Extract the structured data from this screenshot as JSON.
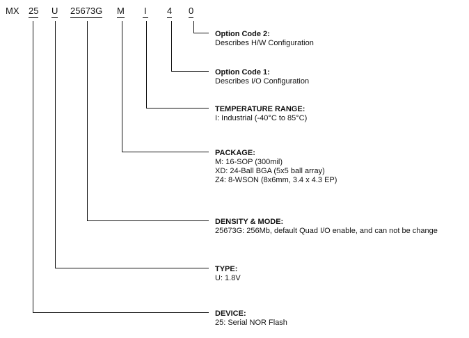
{
  "part_number": {
    "prefix": "MX",
    "segments": [
      "25",
      "U",
      "25673G",
      "M",
      "I",
      "4",
      "0"
    ]
  },
  "fields": [
    {
      "title": "Option Code 2:",
      "lines": [
        "Describes H/W Configuration"
      ]
    },
    {
      "title": "Option Code 1:",
      "lines": [
        "Describes I/O Configuration"
      ]
    },
    {
      "title": "TEMPERATURE RANGE:",
      "lines": [
        "I: Industrial (-40°C to 85°C)"
      ]
    },
    {
      "title": "PACKAGE:",
      "lines": [
        "M:  16-SOP (300mil)",
        "XD: 24-Ball BGA (5x5 ball array)",
        "Z4: 8-WSON (8x6mm, 3.4 x 4.3 EP)"
      ]
    },
    {
      "title": "DENSITY & MODE:",
      "lines": [
        "25673G: 256Mb, default Quad I/O enable, and can not be change"
      ]
    },
    {
      "title": "TYPE:",
      "lines": [
        "U: 1.8V"
      ]
    },
    {
      "title": "DEVICE:",
      "lines": [
        "25: Serial NOR Flash"
      ]
    }
  ]
}
